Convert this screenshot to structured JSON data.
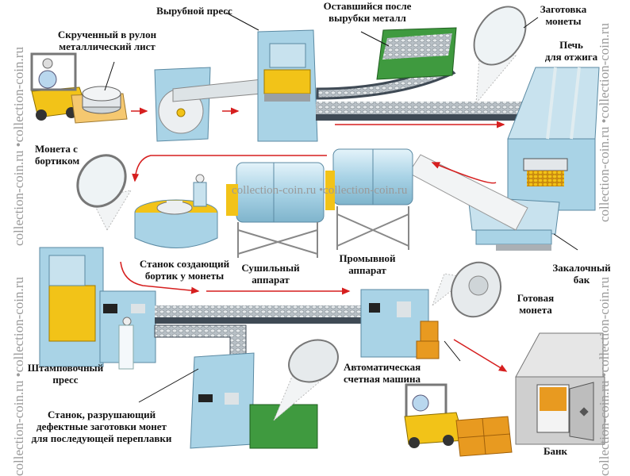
{
  "title": "Coin minting process",
  "watermark": "collection-coin.ru",
  "watermark_repeat": "collection-coin.ru •collection-coin.ru",
  "colors": {
    "machine_blue": "#a9d3e6",
    "machine_dark": "#5b8aa3",
    "yellow": "#f2c318",
    "green": "#3f9a3f",
    "arrow_red": "#d61f1f",
    "conveyor": "#3f4a55",
    "watermark": "#9a9a9a"
  },
  "labels": {
    "coil": [
      "Скрученный в рулон",
      "металлический лист"
    ],
    "blanking_press": "Вырубной пресс",
    "scrap_metal": [
      "Оставшийся после",
      "вырубки металл"
    ],
    "coin_blank": [
      "Заготовка",
      "монеты"
    ],
    "annealing_furnace": [
      "Печь",
      "для отжига"
    ],
    "rimmed_coin": [
      "Монета с",
      "бортиком"
    ],
    "rimming_machine": [
      "Станок создающий",
      "бортик у монеты"
    ],
    "dryer": [
      "Сушильный",
      "аппарат"
    ],
    "washer": [
      "Промывной",
      "аппарат"
    ],
    "quench_tank": [
      "Закалочный",
      "бак"
    ],
    "finished_coin": [
      "Готовая",
      "монета"
    ],
    "stamping_press": [
      "Штамповочный",
      "пресс"
    ],
    "counting_machine": [
      "Автоматическая",
      "счетная машина"
    ],
    "destroyer": [
      "Станок, разрушающий",
      "дефектные заготовки монет",
      "для последующей переплавки"
    ],
    "bank": "Банк"
  }
}
